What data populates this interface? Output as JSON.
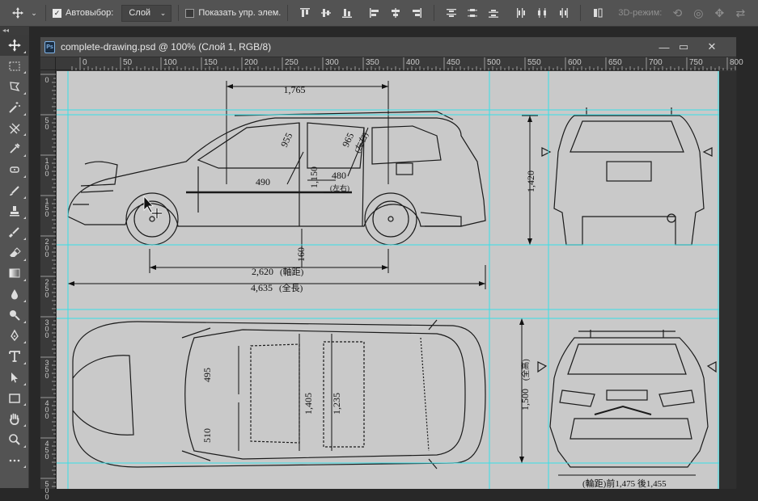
{
  "options_bar": {
    "auto_select_label": "Автовыбор:",
    "auto_select_checked": true,
    "auto_select_value": "Слой",
    "show_transform_label": "Показать упр. элем.",
    "show_transform_checked": false,
    "mode_3d_label": "3D-режим:"
  },
  "tools": [
    {
      "name": "move-tool",
      "icon": "move-icon",
      "active": true
    },
    {
      "name": "marquee-tool",
      "icon": "marquee-icon"
    },
    {
      "name": "lasso-tool",
      "icon": "lasso-icon"
    },
    {
      "name": "quick-select-tool",
      "icon": "magic-wand-icon"
    },
    {
      "name": "crop-tool",
      "icon": "crop-icon"
    },
    {
      "name": "eyedropper-tool",
      "icon": "eyedropper-icon"
    },
    {
      "name": "healing-tool",
      "icon": "healing-icon"
    },
    {
      "name": "brush-tool",
      "icon": "brush-icon"
    },
    {
      "name": "clone-stamp-tool",
      "icon": "stamp-icon"
    },
    {
      "name": "history-brush-tool",
      "icon": "history-brush-icon"
    },
    {
      "name": "eraser-tool",
      "icon": "eraser-icon"
    },
    {
      "name": "gradient-tool",
      "icon": "gradient-icon"
    },
    {
      "name": "blur-tool",
      "icon": "blur-icon"
    },
    {
      "name": "dodge-tool",
      "icon": "dodge-icon"
    },
    {
      "name": "pen-tool",
      "icon": "pen-icon"
    },
    {
      "name": "type-tool",
      "icon": "type-icon"
    },
    {
      "name": "path-select-tool",
      "icon": "arrow-icon"
    },
    {
      "name": "rectangle-tool",
      "icon": "rectangle-icon"
    },
    {
      "name": "hand-tool",
      "icon": "hand-icon"
    },
    {
      "name": "zoom-tool",
      "icon": "zoom-icon"
    },
    {
      "name": "more-tools",
      "icon": "more-icon"
    }
  ],
  "tools_collapse": "◂◂",
  "document": {
    "title": "complete-drawing.psd @ 100% (Слой 1, RGB/8)",
    "badge": "Ps",
    "minimize": "—",
    "restore": "▭",
    "close": "✕"
  },
  "ruler_h": [
    "0",
    "50",
    "100",
    "150",
    "200",
    "250",
    "300",
    "350",
    "400",
    "450",
    "500",
    "550",
    "600",
    "650",
    "700",
    "750",
    "800"
  ],
  "ruler_v": [
    "0",
    "5 0",
    "1 0 0",
    "1 5 0",
    "2 0 0",
    "2 5 0",
    "3 0 0",
    "3 5 0",
    "4 0 0",
    "4 5 0",
    "5 0 0"
  ],
  "dimensions": {
    "roof_length": "1,765",
    "diag_front": "955",
    "diag_rear": "965",
    "diag_rear_note": "(左右)",
    "seat_front": "490",
    "height_inner": "1,150",
    "seat_rear": "480",
    "seat_rear_note": "(左右)",
    "ground": "160",
    "wheelbase": "2,620",
    "wheelbase_note": "(軸距)",
    "overall_length": "4,635",
    "overall_length_note": "(全長)",
    "rear_height": "1,420",
    "width_front_seat": "495",
    "width_rear_seat": "510",
    "inner_width_1": "1,405",
    "inner_width_2": "1,235",
    "overall_height": "1,500",
    "overall_height_note": "(全高)",
    "track": "(輪距)前1,475 後1,455"
  }
}
